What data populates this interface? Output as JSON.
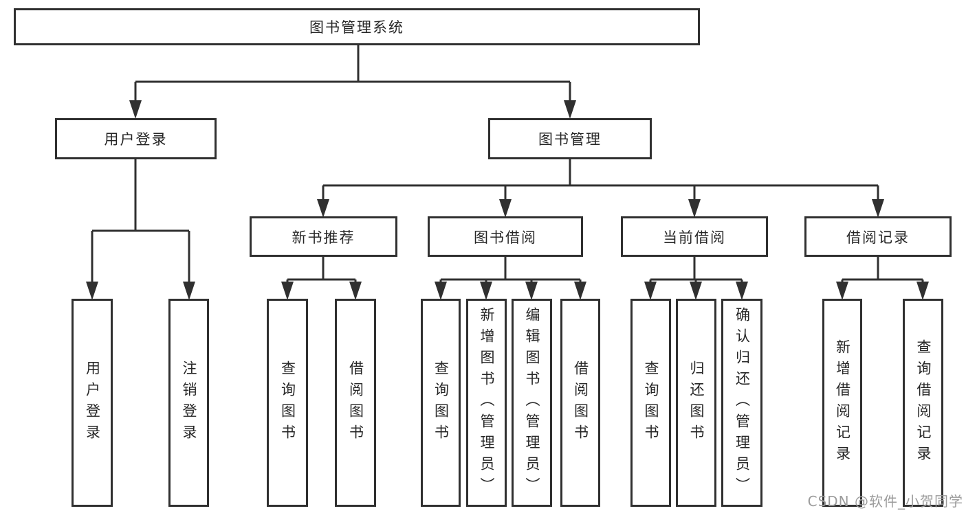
{
  "tree": {
    "root": {
      "label": "图书管理系统"
    },
    "children": [
      {
        "label": "用户登录",
        "children": [
          {
            "label": "用户登录"
          },
          {
            "label": "注销登录"
          }
        ]
      },
      {
        "label": "图书管理",
        "children": [
          {
            "label": "新书推荐",
            "children": [
              {
                "label": "查询图书"
              },
              {
                "label": "借阅图书"
              }
            ]
          },
          {
            "label": "图书借阅",
            "children": [
              {
                "label": "查询图书"
              },
              {
                "label": "新增图书（管理员）"
              },
              {
                "label": "编辑图书（管理员）"
              },
              {
                "label": "借阅图书"
              }
            ]
          },
          {
            "label": "当前借阅",
            "children": [
              {
                "label": "查询图书"
              },
              {
                "label": "归还图书"
              },
              {
                "label": "确认归还（管理员）"
              }
            ]
          },
          {
            "label": "借阅记录",
            "children": [
              {
                "label": "新增借阅记录"
              },
              {
                "label": "查询借阅记录"
              }
            ]
          }
        ]
      }
    ]
  },
  "watermark": {
    "text": "CSDN @软件_小贺同学"
  },
  "colors": {
    "line": "#303030",
    "text": "#262626",
    "background": "#ffffff",
    "watermark": "#9b9b9b"
  }
}
